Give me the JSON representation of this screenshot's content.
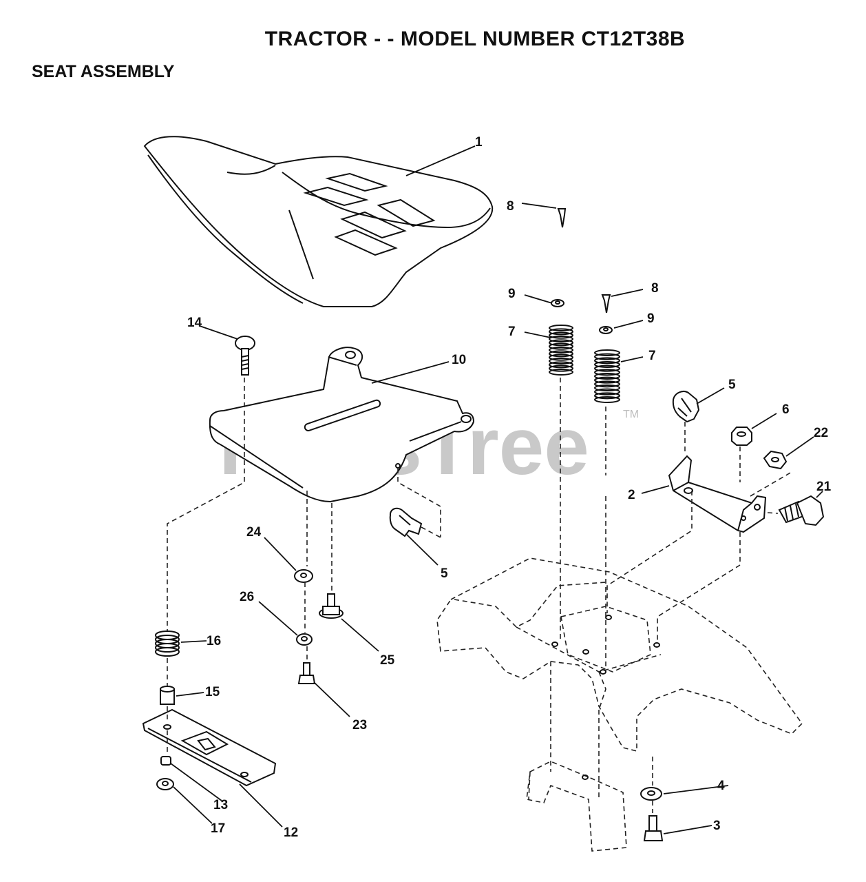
{
  "header": {
    "title": "TRACTOR - - MODEL NUMBER CT12T38B",
    "subtitle": "SEAT ASSEMBLY"
  },
  "watermark": {
    "text": "PartsTree",
    "trademark": "TM"
  },
  "callouts": {
    "seat": "1",
    "bracket_right": "2",
    "bolt_bottom": "3",
    "washer_bottom": "4",
    "clip_right": "5",
    "clip_left": "5",
    "nut_right": "6",
    "spring_left": "7",
    "spring_right": "7",
    "pin_left": "8",
    "pin_right": "8",
    "washer_small_left": "9",
    "washer_small_right": "9",
    "seat_pan": "10",
    "slide_bracket": "12",
    "nut_small": "13",
    "carriage_bolt": "14",
    "spacer": "15",
    "spring_small": "16",
    "washer_flange": "17",
    "bolt_shoulder": "21",
    "nut_lock": "22",
    "screw_small": "23",
    "washer_flat": "24",
    "bolt_hex": "25",
    "washer_lock": "26"
  },
  "colors": {
    "line": "#111111",
    "watermark": "#c9c9c9",
    "background": "#ffffff"
  }
}
